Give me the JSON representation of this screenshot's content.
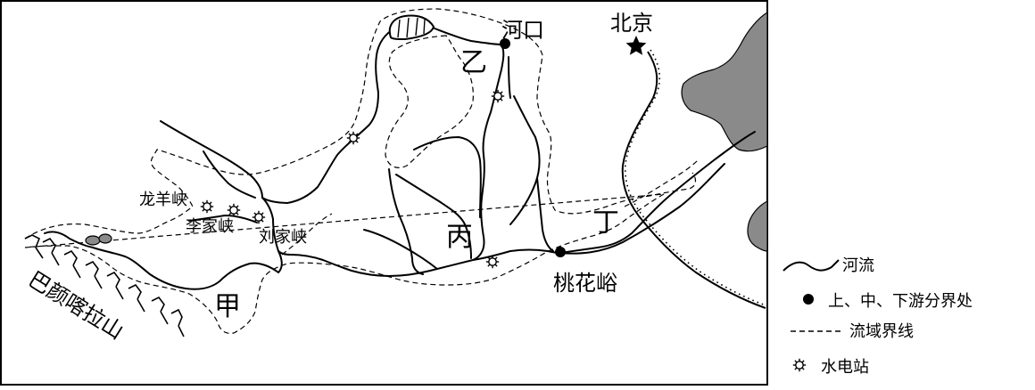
{
  "labels": {
    "hekou": "河口",
    "beijing": "北京",
    "yi": "乙",
    "bing": "丙",
    "ding": "丁",
    "jia": "甲",
    "taohuayu": "桃花峪",
    "longyangxia": "龙羊峡",
    "lijiaxia": "李家峡",
    "liujiaxia": "刘家峡",
    "bayankala": "巴颜喀拉山"
  },
  "legend": {
    "river": "河流",
    "division_point": "上、中、下游分界处",
    "basin_boundary": "流域界线",
    "hydro_station": "水电站"
  },
  "colors": {
    "sea": "#8a8a8a",
    "line": "#000000",
    "background": "#ffffff"
  },
  "icons": {
    "division_point": "filled-circle",
    "capital": "star-icon",
    "hydro_station": "gear-icon"
  }
}
